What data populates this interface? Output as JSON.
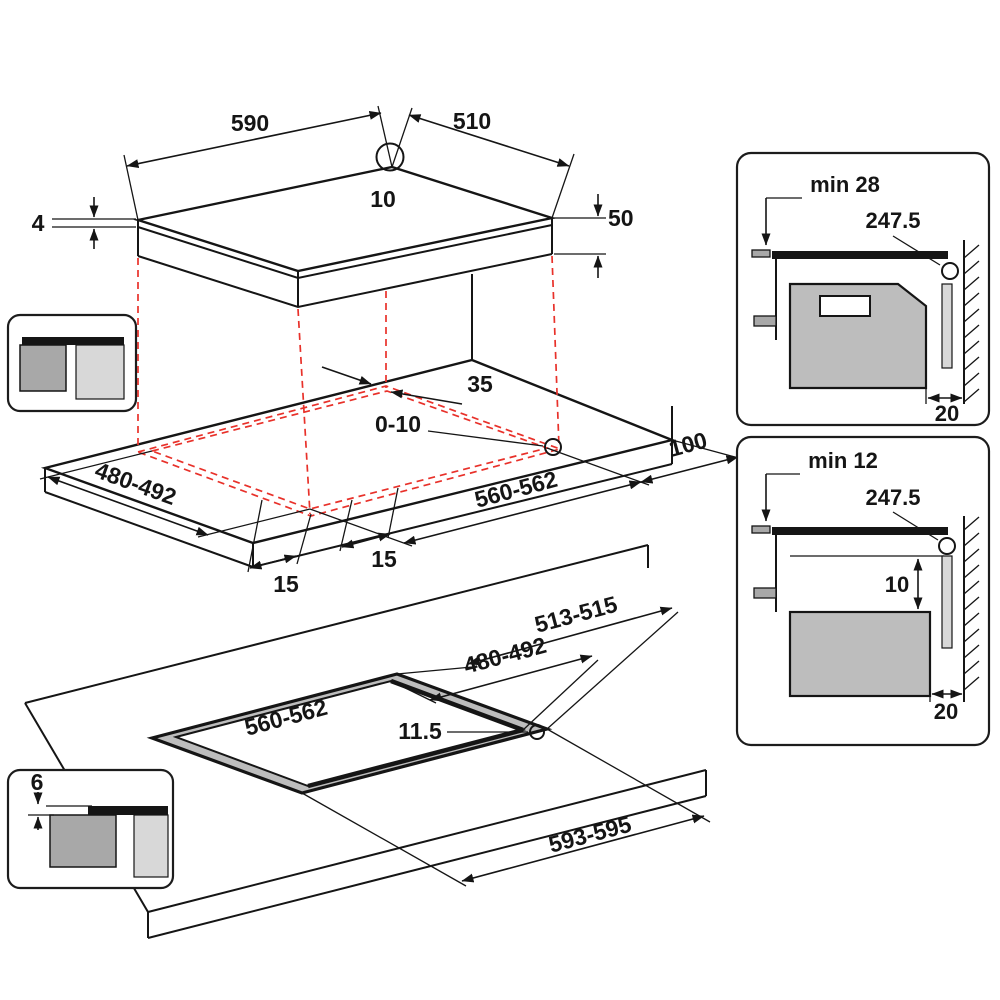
{
  "colors": {
    "red": "#e8312a",
    "ink": "#151515",
    "gray_dark": "#a8a8a8",
    "gray_mid": "#bdbdbd",
    "gray_light": "#d8d8d8"
  },
  "top_view": {
    "width": "590",
    "depth": "510",
    "corner_radius": "10",
    "glass_thickness": "4",
    "height": "50"
  },
  "mid_view": {
    "rear_clearance": "35",
    "edge_gap": "0-10",
    "cutout_depth": "480-492",
    "cutout_width": "560-562",
    "side_clearance": "100",
    "margin_front": "15",
    "margin_side": "15"
  },
  "bottom_view": {
    "outer_depth": "513-515",
    "inner_depth": "480-492",
    "inner_width": "560-562",
    "ledge": "11.5",
    "outer_width": "593-595"
  },
  "flush_detail": {
    "recess_depth": "6"
  },
  "section_top": {
    "min_clearance": "min 28",
    "wall_distance": "247.5",
    "wall_gap": "20"
  },
  "section_bottom": {
    "min_clearance": "min 12",
    "wall_distance": "247.5",
    "oven_gap": "10",
    "wall_gap": "20"
  }
}
